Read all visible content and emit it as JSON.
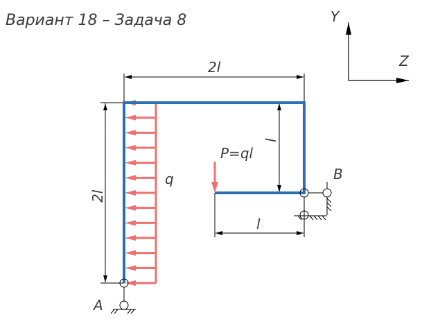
{
  "title": "Вариант 18 – Задача 8",
  "axes": {
    "y_label": "Y",
    "z_label": "Z"
  },
  "dimensions": {
    "top_width": "2l",
    "left_height": "2l",
    "right_vertical": "l",
    "bottom_length": "l"
  },
  "loads": {
    "distributed_label": "q",
    "distributed_arrow_count": 13,
    "point_force_label": "P=ql"
  },
  "supports": {
    "a_label": "A",
    "b_label": "B"
  },
  "colors": {
    "frame": "#2b6fb3",
    "load": "#f07070",
    "line": "#000000"
  }
}
